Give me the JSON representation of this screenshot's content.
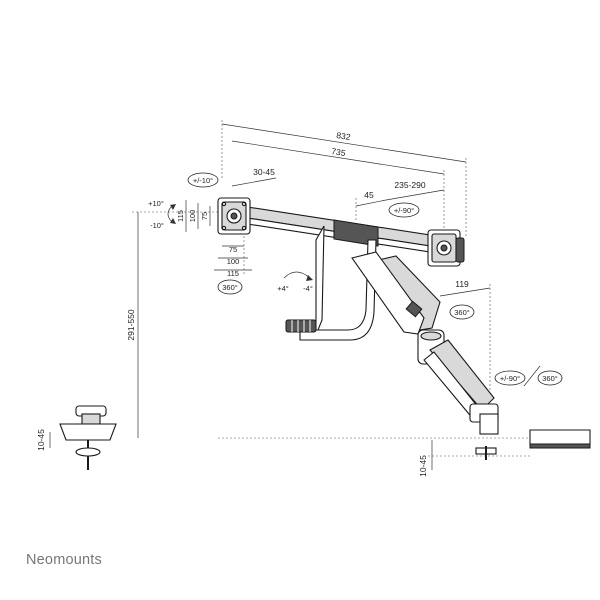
{
  "brand": {
    "name": "Neomounts"
  },
  "dimensions": {
    "total_width": "832",
    "arm_width": "735",
    "vesa_offset": "30-45",
    "center_offset": "45",
    "extension": "235-290",
    "depth": "119",
    "height_range": "291-550",
    "desk_left": "10-45",
    "desk_right": "10-45",
    "vesa_v_outer": "115",
    "vesa_v_mid": "100",
    "vesa_v_inner": "75",
    "vesa_h_inner": "75",
    "vesa_h_mid": "100",
    "vesa_h_outer": "115"
  },
  "angles": {
    "tilt_up": "+10°",
    "tilt_down": "-10°",
    "tilt_range": "+/-10°",
    "swivel_monitor": "+/-90°",
    "rotate_screen": "360°",
    "rotate_bar_pos": "+4°",
    "rotate_bar_neg": "-4°",
    "rotate_arm": "360°",
    "swivel_base": "+/-90°",
    "rotate_base": "360°"
  }
}
